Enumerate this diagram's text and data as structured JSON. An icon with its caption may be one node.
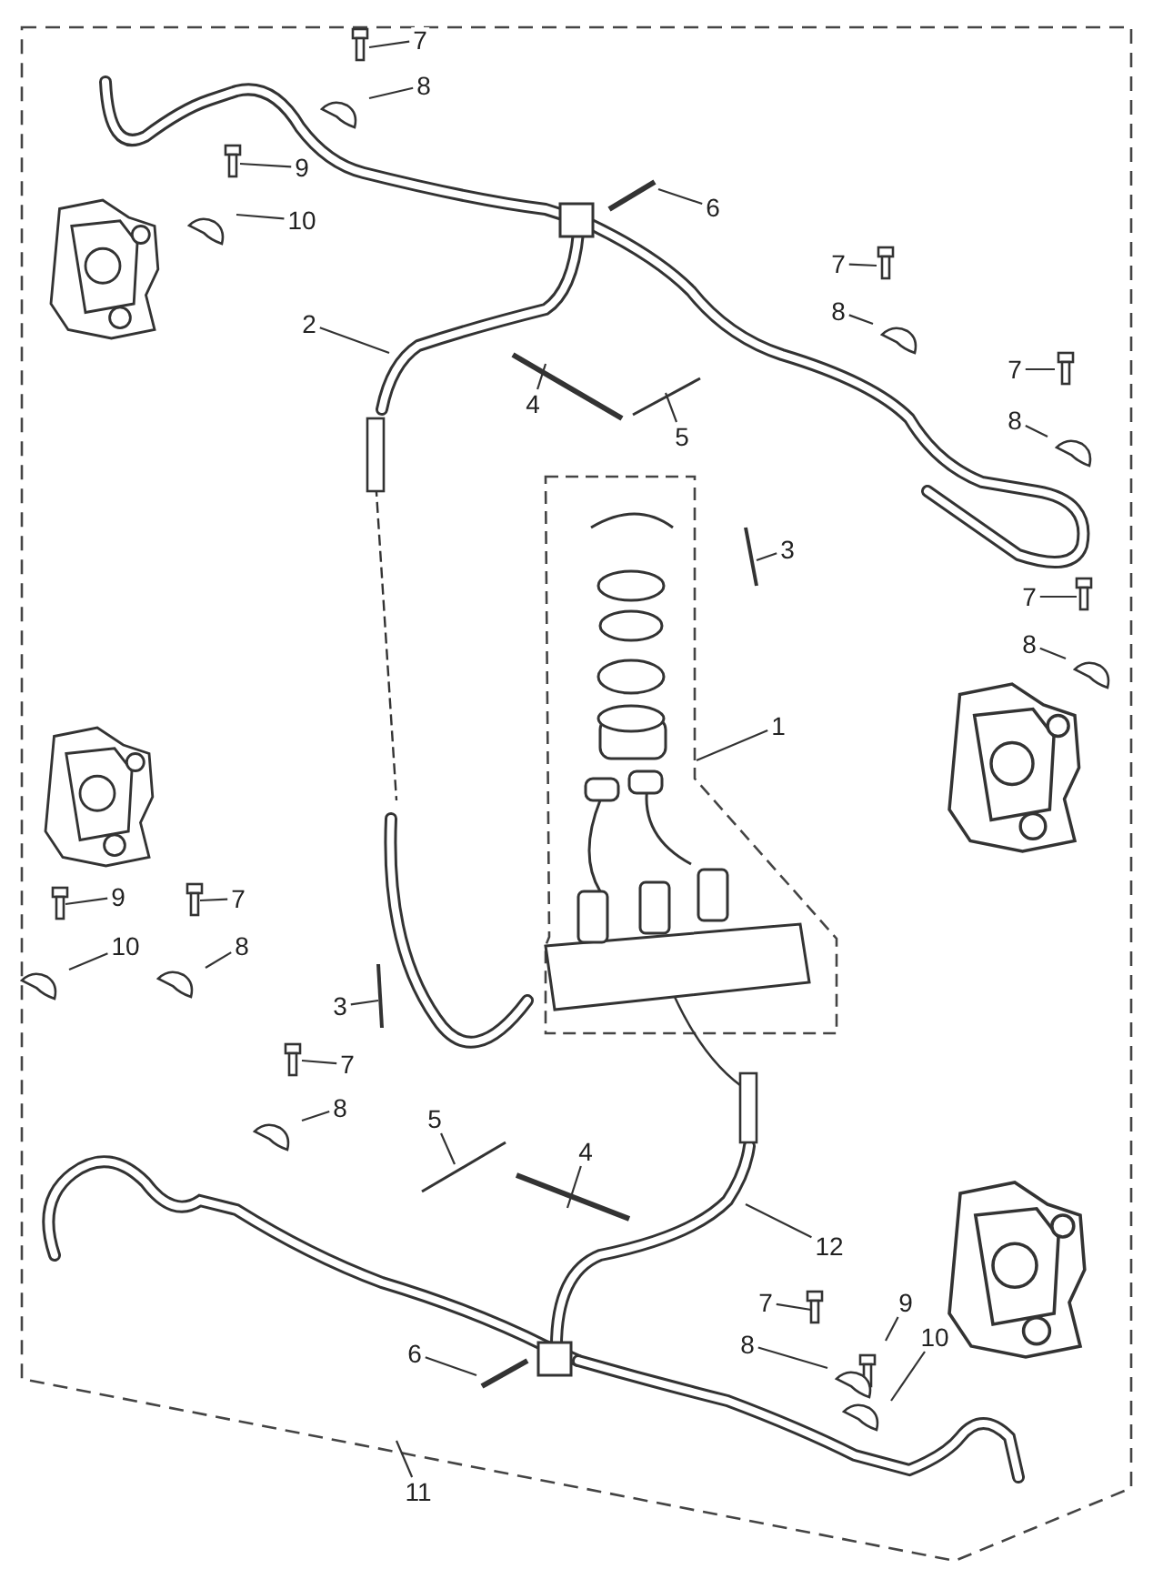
{
  "diagram": {
    "nodes": [
      {
        "text": [
          "7"
        ]
      },
      {
        "text": [
          "8"
        ]
      },
      {
        "text": [
          "9"
        ]
      },
      {
        "text": [
          "10"
        ]
      },
      {
        "text": [
          "6"
        ]
      },
      {
        "text": [
          "7"
        ]
      },
      {
        "text": [
          "8"
        ]
      },
      {
        "text": [
          "2"
        ]
      },
      {
        "text": [
          "4"
        ]
      },
      {
        "text": [
          "5"
        ]
      },
      {
        "text": [
          "7"
        ]
      },
      {
        "text": [
          "8"
        ]
      },
      {
        "text": [
          "3"
        ]
      },
      {
        "text": [
          "7"
        ]
      },
      {
        "text": [
          "8"
        ]
      },
      {
        "text": [
          "1"
        ]
      },
      {
        "text": [
          "9"
        ]
      },
      {
        "text": [
          "7"
        ]
      },
      {
        "text": [
          "10"
        ]
      },
      {
        "text": [
          "8"
        ]
      },
      {
        "text": [
          "3"
        ]
      },
      {
        "text": [
          "7"
        ]
      },
      {
        "text": [
          "8"
        ]
      },
      {
        "text": [
          "5"
        ]
      },
      {
        "text": [
          "4"
        ]
      },
      {
        "text": [
          "12"
        ]
      },
      {
        "text": [
          "7"
        ]
      },
      {
        "text": [
          "9"
        ]
      },
      {
        "text": [
          "8"
        ]
      },
      {
        "text": [
          "10"
        ]
      },
      {
        "text": [
          "6"
        ]
      },
      {
        "text": [
          "11"
        ]
      }
    ],
    "edges": [
      {
        "from": 0,
        "to": null,
        "arrow": "none"
      },
      {
        "from": 1,
        "to": null,
        "arrow": "none"
      },
      {
        "from": 2,
        "to": null,
        "arrow": "none"
      },
      {
        "from": 3,
        "to": null,
        "arrow": "none"
      },
      {
        "from": 4,
        "to": null,
        "arrow": "none"
      },
      {
        "from": 5,
        "to": null,
        "arrow": "none"
      },
      {
        "from": 6,
        "to": null,
        "arrow": "none"
      },
      {
        "from": 7,
        "to": null,
        "arrow": "none"
      },
      {
        "from": 8,
        "to": null,
        "arrow": "none"
      },
      {
        "from": 9,
        "to": null,
        "arrow": "none"
      },
      {
        "from": 10,
        "to": null,
        "arrow": "none"
      },
      {
        "from": 11,
        "to": null,
        "arrow": "none"
      },
      {
        "from": 12,
        "to": null,
        "arrow": "none"
      },
      {
        "from": 13,
        "to": null,
        "arrow": "none"
      },
      {
        "from": 14,
        "to": null,
        "arrow": "none"
      },
      {
        "from": 15,
        "to": null,
        "arrow": "none"
      },
      {
        "from": 16,
        "to": null,
        "arrow": "none"
      },
      {
        "from": 17,
        "to": null,
        "arrow": "none"
      },
      {
        "from": 18,
        "to": null,
        "arrow": "none"
      },
      {
        "from": 19,
        "to": null,
        "arrow": "none"
      },
      {
        "from": 20,
        "to": null,
        "arrow": "none"
      },
      {
        "from": 21,
        "to": null,
        "arrow": "none"
      },
      {
        "from": 22,
        "to": null,
        "arrow": "none"
      },
      {
        "from": 23,
        "to": null,
        "arrow": "none"
      },
      {
        "from": 24,
        "to": null,
        "arrow": "none"
      },
      {
        "from": 25,
        "to": null,
        "arrow": "none"
      },
      {
        "from": 26,
        "to": null,
        "arrow": "none"
      },
      {
        "from": 27,
        "to": null,
        "arrow": "none"
      },
      {
        "from": 28,
        "to": null,
        "arrow": "none"
      },
      {
        "from": 29,
        "to": null,
        "arrow": "none"
      },
      {
        "from": 30,
        "to": null,
        "arrow": "none"
      },
      {
        "from": 31,
        "to": null,
        "arrow": "none"
      }
    ]
  }
}
